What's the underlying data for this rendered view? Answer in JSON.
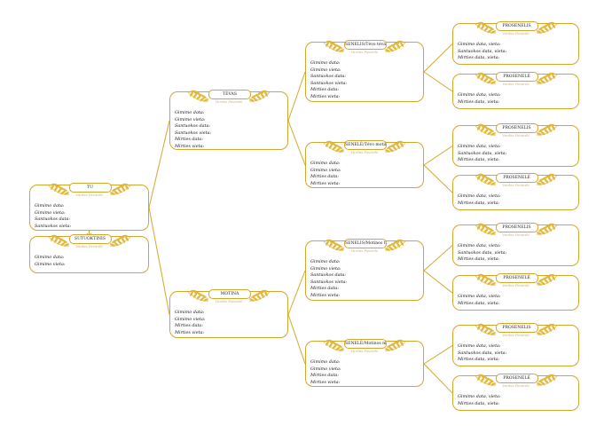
{
  "tree": {
    "you": {
      "role": "TU",
      "name": "Vardas Pavardė",
      "fields": [
        "Gimimo data:",
        "Gimimo vieta:",
        "Santuokos data:",
        "Santuokos vieta:"
      ]
    },
    "spouse": {
      "role": "SUTUOKTINIS",
      "name": "Vardas Pavardė",
      "fields": [
        "Gimimo data:",
        "Gimimo vieta:"
      ]
    },
    "father": {
      "role": "TĖVAS",
      "name": "Vardas Pavardė",
      "fields": [
        "Gimimo data:",
        "Gimimo vieta:",
        "Santuokos data:",
        "Santuokos vieta:",
        "Mirties data:",
        "Mirties vieta:"
      ]
    },
    "mother": {
      "role": "MOTINA",
      "name": "Vardas Pavardė",
      "fields": [
        "Gimimo data:",
        "Gimimo vieta:",
        "Mirties data:",
        "Mirties vieta:"
      ]
    },
    "gp_father_father": {
      "role": "SENELIS/Tėvo tėvas",
      "name": "Vardas Pavardė",
      "fields": [
        "Gimimo data:",
        "Gimimo vieta:",
        "Santuokos data:",
        "Santuokos vieta:",
        "Mirties data:",
        "Mirties vieta:"
      ]
    },
    "gp_father_mother": {
      "role": "SENELĖ/Tėvo motina",
      "name": "Vardas Pavardė",
      "fields": [
        "Gimimo data:",
        "Gimimo vieta:",
        "Mirties data:",
        "Mirties vieta:"
      ]
    },
    "gp_mother_father": {
      "role": "SENELIS/Motinos tėvas",
      "name": "Vardas Pavardė",
      "fields": [
        "Gimimo data:",
        "Gimimo vieta:",
        "Santuokos data:",
        "Santuokos vieta:",
        "Mirties data:",
        "Mirties vieta:"
      ]
    },
    "gp_mother_mother": {
      "role": "SENELĖ/Motinos motina",
      "name": "Vardas Pavardė",
      "fields": [
        "Gimimo data:",
        "Gimimo vieta:",
        "Mirties data:",
        "Mirties vieta:"
      ]
    },
    "ggp1": {
      "role": "PROSENELIS",
      "name": "Vardas Pavardė",
      "fields": [
        "Gimimo data, vieta:",
        "Santuokos data, vieta:",
        "Mirties data, vieta:"
      ]
    },
    "ggp2": {
      "role": "PROSENELĖ",
      "name": "Vardas Pavardė",
      "fields": [
        "Gimimo data, vieta:",
        "Mirties data, vieta:"
      ]
    },
    "ggp3": {
      "role": "PROSENELIS",
      "name": "Vardas Pavardė",
      "fields": [
        "Gimimo data, vieta:",
        "Santuokos data, vieta:",
        "Mirties data, vieta:"
      ]
    },
    "ggp4": {
      "role": "PROSENELĖ",
      "name": "Vardas Pavardė",
      "fields": [
        "Gimimo data, vieta:",
        "Mirties data, vieta:"
      ]
    },
    "ggp5": {
      "role": "PROSENELIS",
      "name": "Vardas Pavardė",
      "fields": [
        "Gimimo data, vieta:",
        "Santuokos data, vieta:",
        "Mirties data, vieta:"
      ]
    },
    "ggp6": {
      "role": "PROSENELĖ",
      "name": "Vardas Pavardė",
      "fields": [
        "Gimimo data, vieta:",
        "Mirties data, vieta:"
      ]
    },
    "ggp7": {
      "role": "PROSENELIS",
      "name": "Vardas Pavardė",
      "fields": [
        "Gimimo data, vieta:",
        "Santuokos data, vieta:",
        "Mirties data, vieta:"
      ]
    },
    "ggp8": {
      "role": "PROSENELĖ",
      "name": "Vardas Pavardė",
      "fields": [
        "Gimimo data, vieta:",
        "Mirties data, vieta:"
      ]
    }
  },
  "colors": {
    "line": "#d4a72c",
    "laurel": "#e2b83b",
    "placeholder": "#c9b27a"
  },
  "icons": {
    "header_ornament": "laurel-wreath-icon"
  }
}
